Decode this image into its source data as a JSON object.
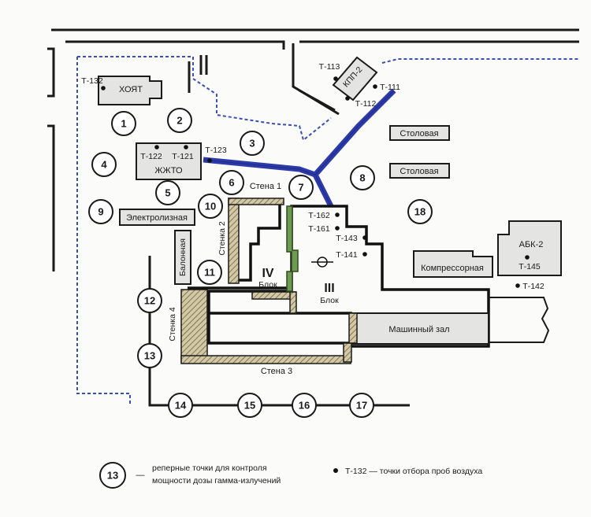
{
  "buildings": {
    "hoyat": "ХОЯТ",
    "zhzhto": "ЖЖТО",
    "kpp2": "КПП-2",
    "canteen1": "Столовая",
    "canteen2": "Столовая",
    "electrolysis": "Электролизная",
    "balloon": "Балонная",
    "compressor": "Компрессорная",
    "abk2": "АБК-2",
    "machine_hall": "Машинный зал"
  },
  "blocks": {
    "block4_num": "IV",
    "block4_word": "Блок",
    "block3_num": "III",
    "block3_word": "Блок"
  },
  "walls": {
    "wall1": "Стена 1",
    "wall2": "Стенка 2",
    "wall3": "Стена 3",
    "wall4": "Стенка 4"
  },
  "sample_points": {
    "t132": "Т-132",
    "t113": "Т-113",
    "t111": "Т-111",
    "t112": "Т-112",
    "t122": "Т-122",
    "t121": "Т-121",
    "t123": "Т-123",
    "t162": "Т-162",
    "t161": "Т-161",
    "t143": "Т-143",
    "t141": "Т-141",
    "t145": "Т-145",
    "t142": "Т-142"
  },
  "control_points": [
    "1",
    "2",
    "3",
    "4",
    "5",
    "6",
    "7",
    "8",
    "9",
    "10",
    "11",
    "12",
    "13",
    "14",
    "15",
    "16",
    "17",
    "18"
  ],
  "legend": {
    "circle_number": "13",
    "circle_dash": "—",
    "circle_text_line1": "реперные точки для контроля",
    "circle_text_line2": "мощности дозы гамма-излучений",
    "dot_text": "Т-132 — точки отбора проб воздуха"
  },
  "colors": {
    "pipe": "#2c3ba8",
    "dashed_boundary": "#3a4fb5",
    "wall_hatch": "#b9ad86",
    "green_wall": "#4f7a36",
    "building_fill": "#e4e4e2"
  }
}
